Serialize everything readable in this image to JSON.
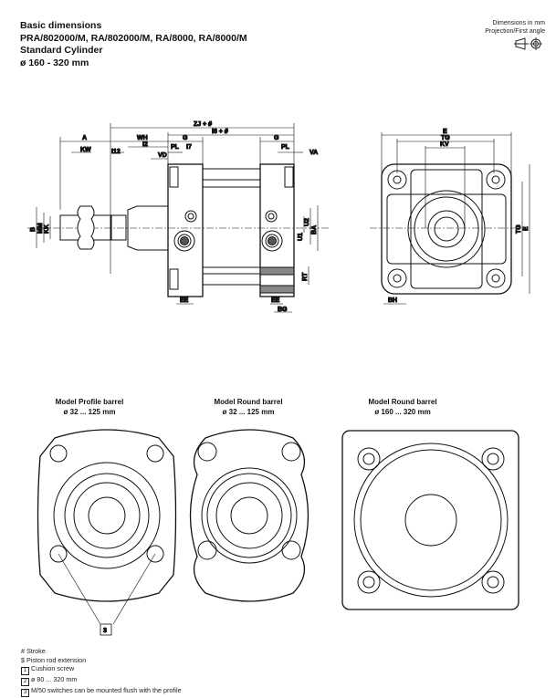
{
  "header": {
    "line1": "Basic dimensions",
    "line2": "PRA/802000/M, RA/802000/M, RA/8000, RA/8000/M",
    "line3": "Standard Cylinder",
    "line4": "ø 160 - 320 mm"
  },
  "top_right": {
    "units": "Dimensions in mm",
    "projection": "Projection/First angle"
  },
  "side_view_labels": {
    "zj": "ZJ + #",
    "i8": "I8 + #",
    "a": "A",
    "wh": "WH",
    "g1": "G",
    "g2": "G",
    "kw": "KW",
    "i12": "I12",
    "i2": "I2",
    "pl1": "PL",
    "i7": "I7",
    "pl2": "PL",
    "va": "VA",
    "vd": "VD",
    "b": "B",
    "mm": "MM",
    "kk": "KK",
    "u1": "U1",
    "u2": "U2",
    "ba": "BA",
    "rt": "RT",
    "ee1": "EE",
    "ee2": "EE",
    "bg": "BG"
  },
  "front_view_labels": {
    "e": "E",
    "tg": "TG",
    "kv": "KV",
    "tg_v": "TG",
    "e_v": "E",
    "bh": "BH"
  },
  "models": [
    {
      "title": "Model Profile barrel",
      "range": "ø 32 ... 125 mm"
    },
    {
      "title": "Model Round barrel",
      "range": "ø 32 ... 125 mm"
    },
    {
      "title": "Model Round barrel",
      "range": "ø 160 ... 320 mm"
    }
  ],
  "callout": "3",
  "notes": [
    {
      "mark": "#",
      "text": "Stroke"
    },
    {
      "mark": "$",
      "text": "Piston rod extension"
    },
    {
      "box": "1",
      "text": "Cushion screw"
    },
    {
      "box": "2",
      "text": "ø 80 ... 320 mm"
    },
    {
      "box": "3",
      "text": "M/50 switches can be mounted flush with the profile"
    }
  ]
}
